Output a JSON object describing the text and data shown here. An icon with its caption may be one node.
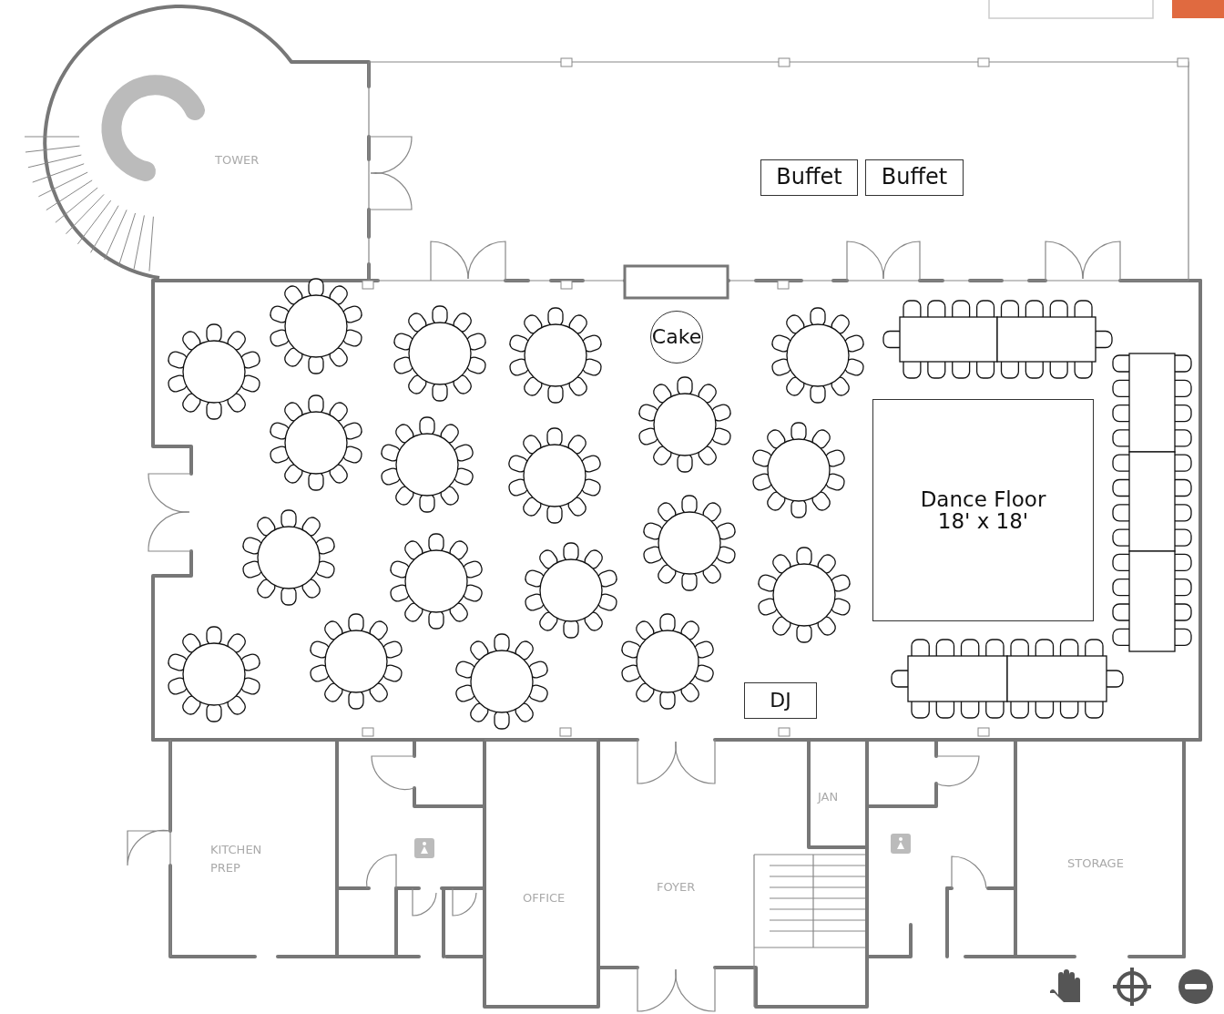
{
  "diagram": {
    "nodes": [
      {
        "text": [
          "Buffet"
        ]
      },
      {
        "text": [
          "Buffet"
        ]
      },
      {
        "text": [
          "Cake"
        ]
      },
      {
        "text": [
          "Dance Floor 18' x 18'"
        ]
      },
      {
        "text": [
          "DJ"
        ]
      }
    ],
    "edges": [],
    "labels": [
      "TOWER",
      "JAN",
      "KITCHEN PREP",
      "STORAGE",
      "FOYER",
      "OFFICE"
    ]
  }
}
